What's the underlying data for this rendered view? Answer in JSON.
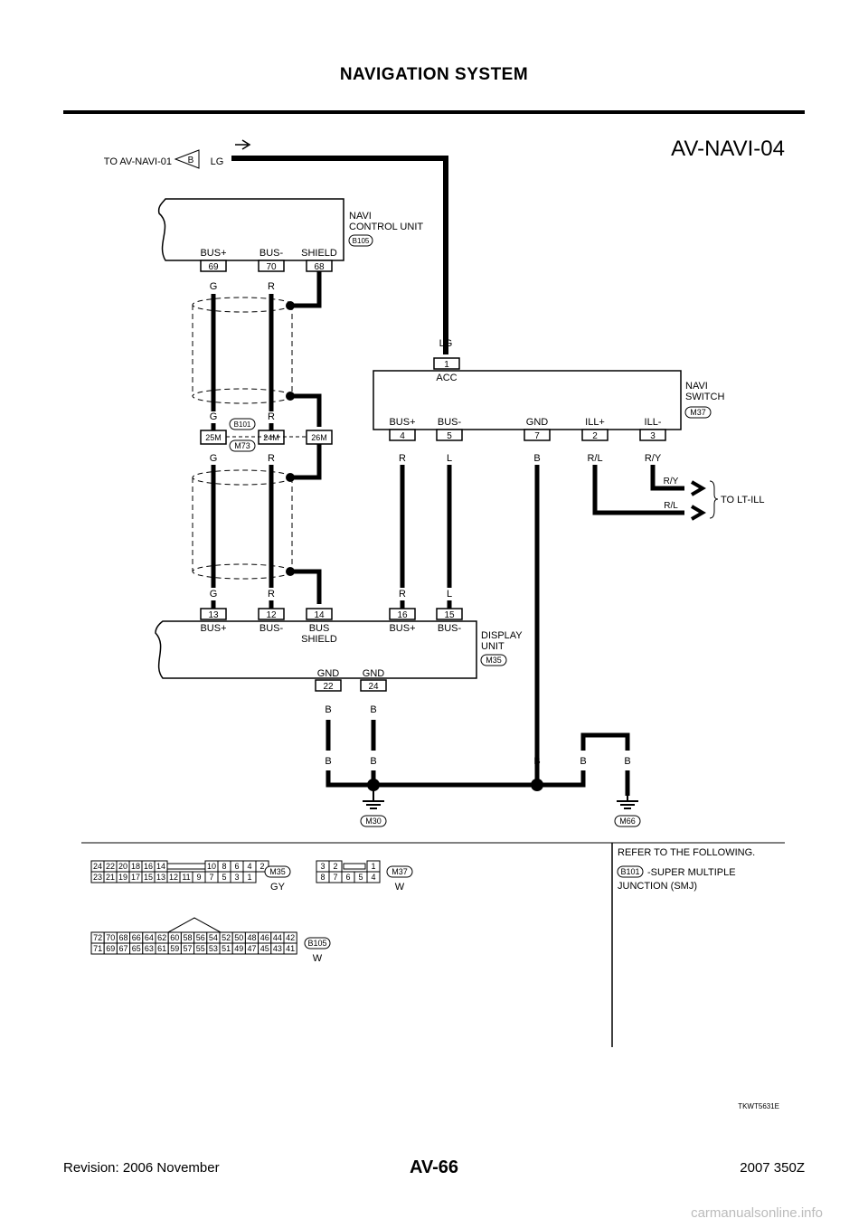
{
  "header": {
    "title": "NAVIGATION SYSTEM"
  },
  "diagram": {
    "id": "AV-NAVI-04",
    "to_navi01": "TO AV-NAVI-01",
    "to_navi01_conn": "B",
    "to_navi01_color": "LG",
    "navi_control_unit": {
      "name1": "NAVI",
      "name2": "CONTROL UNIT",
      "conn": "B105",
      "pins": [
        {
          "label": "BUS+",
          "num": "69",
          "wire": "G"
        },
        {
          "label": "BUS-",
          "num": "70",
          "wire": "R"
        },
        {
          "label": "SHIELD",
          "num": "68"
        }
      ]
    },
    "navi_switch": {
      "name1": "NAVI",
      "name2": "SWITCH",
      "conn": "M37",
      "acc_num": "1",
      "acc_label": "ACC",
      "acc_wire": "LG",
      "pins": [
        {
          "label": "BUS+",
          "num": "4",
          "wire": "R"
        },
        {
          "label": "BUS-",
          "num": "5",
          "wire": "L"
        },
        {
          "label": "GND",
          "num": "7",
          "wire": "B"
        },
        {
          "label": "ILL+",
          "num": "2",
          "wire": "R/L"
        },
        {
          "label": "ILL-",
          "num": "3",
          "wire": "R/Y"
        }
      ]
    },
    "smj": {
      "conn_top": "B101",
      "conn_bottom": "M73",
      "pins": [
        {
          "num": "25M",
          "wire_top": "G",
          "wire_bottom": "G"
        },
        {
          "num": "24M",
          "wire_top": "R",
          "wire_bottom": "R"
        },
        {
          "num": "26M"
        }
      ]
    },
    "lt_ill": {
      "label": "TO LT-ILL",
      "wire1": "R/Y",
      "wire2": "R/L"
    },
    "display_unit": {
      "name1": "DISPLAY",
      "name2": "UNIT",
      "conn": "M35",
      "pins": [
        {
          "label": "BUS+",
          "num": "13",
          "wire": "G"
        },
        {
          "label": "BUS-",
          "num": "12",
          "wire": "R"
        },
        {
          "label1": "BUS",
          "label2": "SHIELD",
          "num": "14"
        },
        {
          "label": "BUS+",
          "num": "16",
          "wire": "R"
        },
        {
          "label": "BUS-",
          "num": "15",
          "wire": "L"
        }
      ],
      "gnd_pins": [
        {
          "label": "GND",
          "num": "22",
          "wire": "B"
        },
        {
          "label": "GND",
          "num": "24",
          "wire": "B"
        }
      ]
    },
    "grounds": {
      "wire": "B",
      "g1": "M30",
      "g2": "M66"
    },
    "connectors": {
      "m35": {
        "id": "M35",
        "color": "GY",
        "row1a": [
          "24",
          "22",
          "20",
          "18",
          "16",
          "14"
        ],
        "row1b": [
          "10",
          "8",
          "6",
          "4",
          "2"
        ],
        "row2": [
          "23",
          "21",
          "19",
          "17",
          "15",
          "13",
          "12",
          "11",
          "9",
          "7",
          "5",
          "3",
          "1"
        ]
      },
      "m37": {
        "id": "M37",
        "color": "W",
        "row1a": [
          "3",
          "2"
        ],
        "row1b": [
          "1"
        ],
        "row2": [
          "8",
          "7",
          "6",
          "5",
          "4"
        ]
      },
      "b105": {
        "id": "B105",
        "color": "W",
        "row1": [
          "72",
          "70",
          "68",
          "66",
          "64",
          "62",
          "60",
          "58",
          "56",
          "54",
          "52",
          "50",
          "48",
          "46",
          "44",
          "42"
        ],
        "row2": [
          "71",
          "69",
          "67",
          "65",
          "63",
          "61",
          "59",
          "57",
          "55",
          "53",
          "51",
          "49",
          "47",
          "45",
          "43",
          "41"
        ]
      }
    },
    "refer": {
      "title": "REFER TO THE FOLLOWING.",
      "conn": "B101",
      "text1": "-SUPER MULTIPLE",
      "text2": "JUNCTION (SMJ)"
    },
    "fig_code": "TKWT5631E"
  },
  "footer": {
    "revision": "Revision: 2006 November",
    "page": "AV-66",
    "model": "2007 350Z"
  },
  "watermark": "carmanualsonline.info"
}
